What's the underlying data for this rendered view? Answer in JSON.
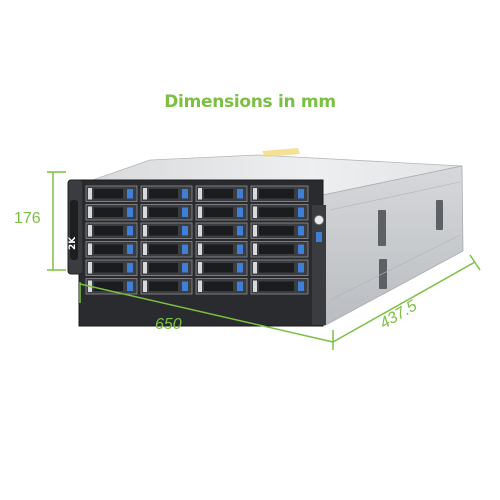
{
  "title": "Dimensions in mm",
  "dimensions": {
    "height": "176",
    "width": "650",
    "depth": "437.5"
  },
  "device": {
    "logo_text": "2K",
    "drive_bays": 24,
    "bay_rows": 6,
    "bay_columns": 4
  },
  "colors": {
    "accent_green": "#7bc043",
    "chassis_top": "#e4e5e7",
    "chassis_side": "#c9cbce",
    "front_panel": "#2a2b2e",
    "tray_blue": "#3f7fd8"
  }
}
